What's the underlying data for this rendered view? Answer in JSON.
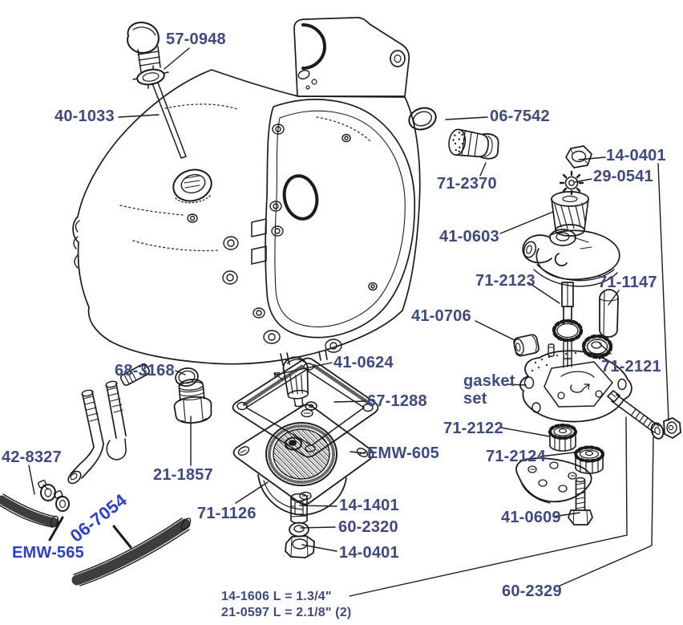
{
  "colors": {
    "label_dark": "#3e4a7d",
    "label_blue": "#2e3fc7",
    "line": "#1b1b1b",
    "background": "#ffffff"
  },
  "labels": {
    "k57_0948": "57-0948",
    "k40_1033": "40-1033",
    "k06_7542": "06-7542",
    "k71_2370": "71-2370",
    "k14_0401_top": "14-0401",
    "k29_0541": "29-0541",
    "k41_0603": "41-0603",
    "k71_2123": "71-2123",
    "k71_1147": "71-1147",
    "k41_0706": "41-0706",
    "k71_2121": "71-2121",
    "gasket_set": "gasket\nset",
    "k41_0624": "41-0624",
    "k67_1288": "67-1288",
    "kEMW_605": "EMW-605",
    "k71_2122": "71-2122",
    "k71_2124": "71-2124",
    "k68_3168": "68-3168",
    "k21_1857": "21-1857",
    "k42_8327": "42-8327",
    "kEMW_565": "EMW-565",
    "k06_7054": "06-7054",
    "k71_1126": "71-1126",
    "k14_1401": "14-1401",
    "k60_2320": "60-2320",
    "k14_0401_bottom": "14-0401",
    "k41_0609": "41-0609",
    "k60_2329": "60-2329",
    "spec_line_1": "14-1606 L = 1.3/4\"",
    "spec_line_2": "21-0597 L = 2.1/8\" (2)"
  }
}
